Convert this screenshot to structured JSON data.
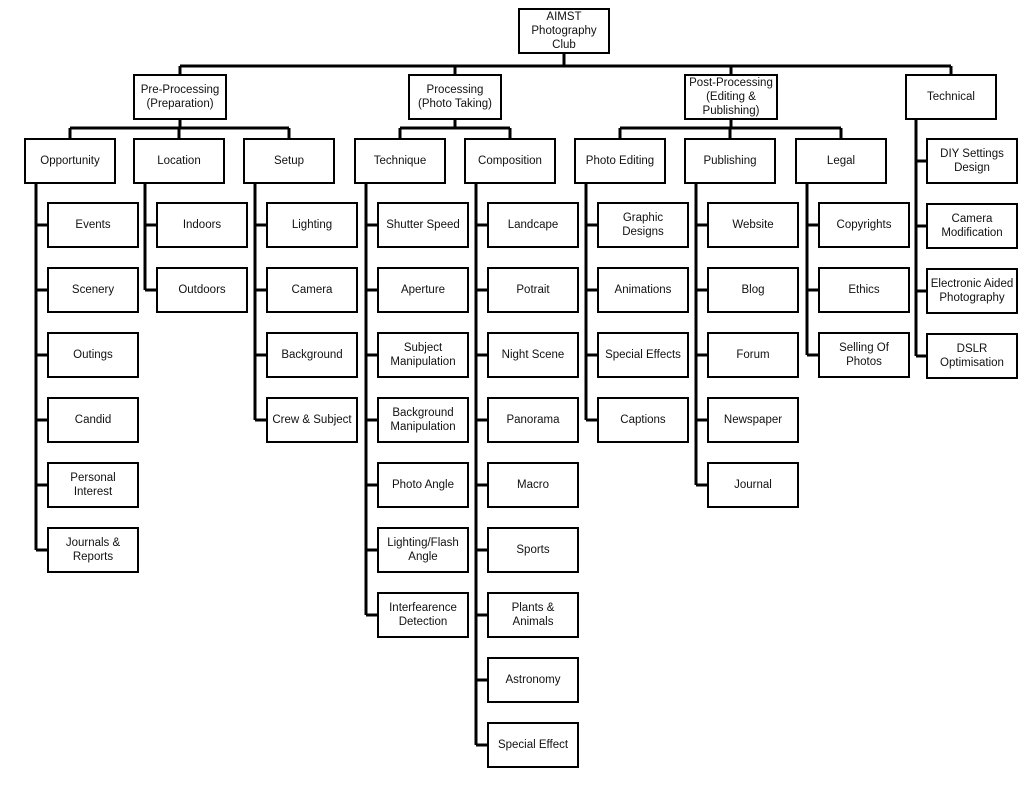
{
  "diagram": {
    "root": "AIMST\nPhotography\nClub",
    "branches": [
      {
        "key": "pre",
        "label": "Pre-Processing\n(Preparation)",
        "groups": [
          {
            "key": "opportunity",
            "label": "Opportunity",
            "items": [
              "Events",
              "Scenery",
              "Outings",
              "Candid",
              "Personal Interest",
              "Journals &\nReports"
            ]
          },
          {
            "key": "location",
            "label": "Location",
            "items": [
              "Indoors",
              "Outdoors"
            ]
          },
          {
            "key": "setup",
            "label": "Setup",
            "items": [
              "Lighting",
              "Camera",
              "Background",
              "Crew & Subject"
            ]
          }
        ]
      },
      {
        "key": "processing",
        "label": "Processing\n(Photo Taking)",
        "groups": [
          {
            "key": "technique",
            "label": "Technique",
            "items": [
              "Shutter Speed",
              "Aperture",
              "Subject\nManipulation",
              "Background\nManipulation",
              "Photo Angle",
              "Lighting/Flash\nAngle",
              "Interfearence\nDetection"
            ]
          },
          {
            "key": "composition",
            "label": "Composition",
            "items": [
              "Landcape",
              "Potrait",
              "Night Scene",
              "Panorama",
              "Macro",
              "Sports",
              "Plants & Animals",
              "Astronomy",
              "Special Effect"
            ]
          }
        ]
      },
      {
        "key": "post",
        "label": "Post-Processing\n(Editing &\nPublishing)",
        "groups": [
          {
            "key": "photo-editing",
            "label": "Photo Editing",
            "items": [
              "Graphic Designs",
              "Animations",
              "Special Effects",
              "Captions"
            ]
          },
          {
            "key": "publishing",
            "label": "Publishing",
            "items": [
              "Website",
              "Blog",
              "Forum",
              "Newspaper",
              "Journal"
            ]
          },
          {
            "key": "legal",
            "label": "Legal",
            "items": [
              "Copyrights",
              "Ethics",
              "Selling Of Photos"
            ]
          }
        ]
      },
      {
        "key": "technical",
        "label": "Technical",
        "groups": [],
        "items": [
          "DIY Settings\nDesign",
          "Camera\nModification",
          "Electronic Aided\nPhotography",
          "DSLR\nOptimisation"
        ]
      }
    ]
  }
}
